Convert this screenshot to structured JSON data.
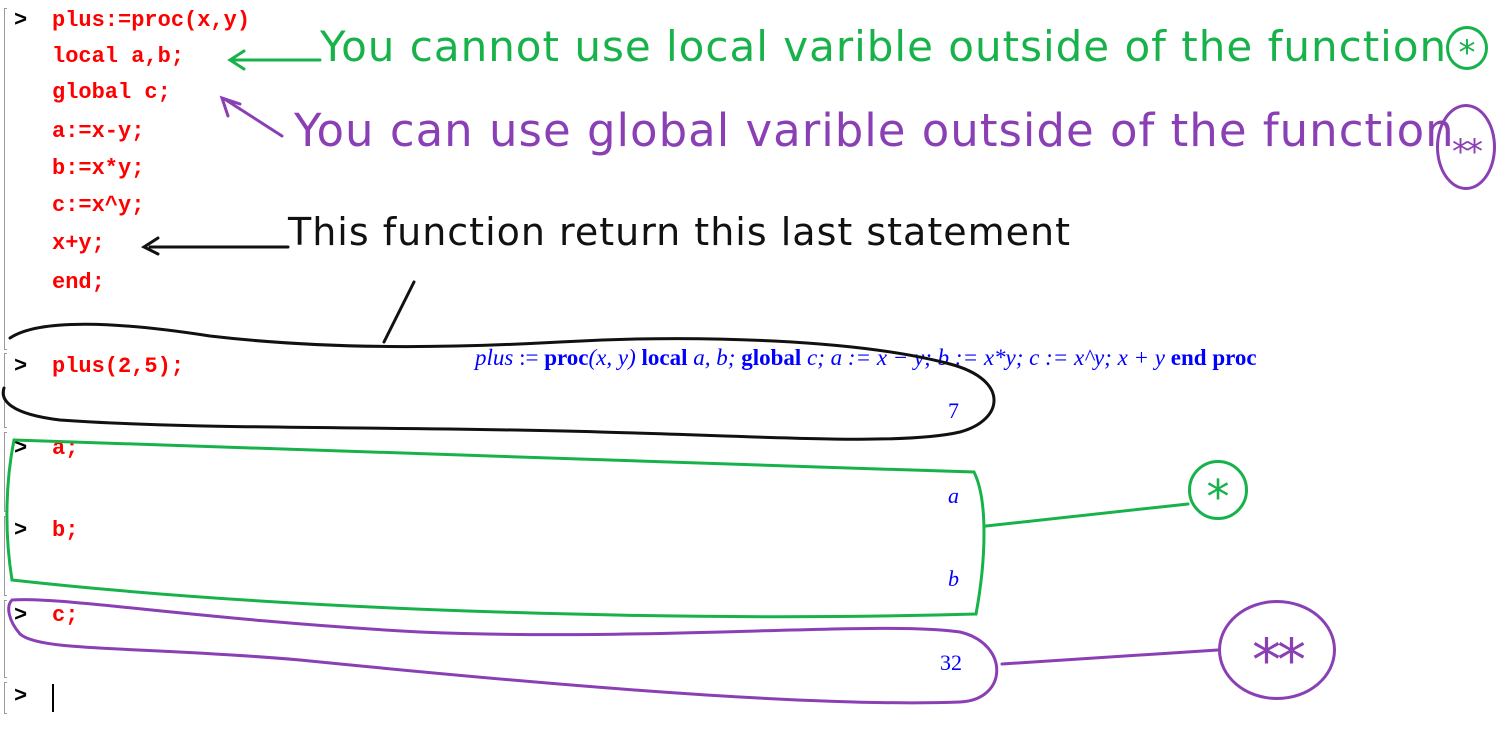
{
  "prompt_symbol": ">",
  "input_block": {
    "lines": [
      "plus:=proc(x,y)",
      "local a,b;",
      "global c;",
      "a:=x-y;",
      "b:=x*y;",
      "c:=x^y;",
      "x+y;",
      "end;"
    ],
    "output": {
      "lhs": "plus",
      "assign": " := ",
      "kw_proc": "proc",
      "params": "(x, y) ",
      "kw_local": "local",
      "local_vars": " a, b; ",
      "kw_global": "global",
      "global_var": " c; a := x − y; b := x*y; c := x^y; x + y ",
      "kw_end": "end proc"
    }
  },
  "commands": [
    {
      "input": "plus(2,5);",
      "output": "7"
    },
    {
      "input": "a;",
      "output": "a"
    },
    {
      "input": "b;",
      "output": "b"
    },
    {
      "input": "c;",
      "output": "32"
    }
  ],
  "annotations": {
    "local_note": "You cannot use local varible outside of the function",
    "local_mark": "*",
    "global_note": "You can use global varible outside of the function",
    "global_mark": "**",
    "return_note": "This function return this last statement"
  },
  "colors": {
    "input_text": "#ff0000",
    "output_text": "#0000ff",
    "annotation_green": "#18b24a",
    "annotation_purple": "#8a3fb5",
    "annotation_black": "#111111"
  }
}
